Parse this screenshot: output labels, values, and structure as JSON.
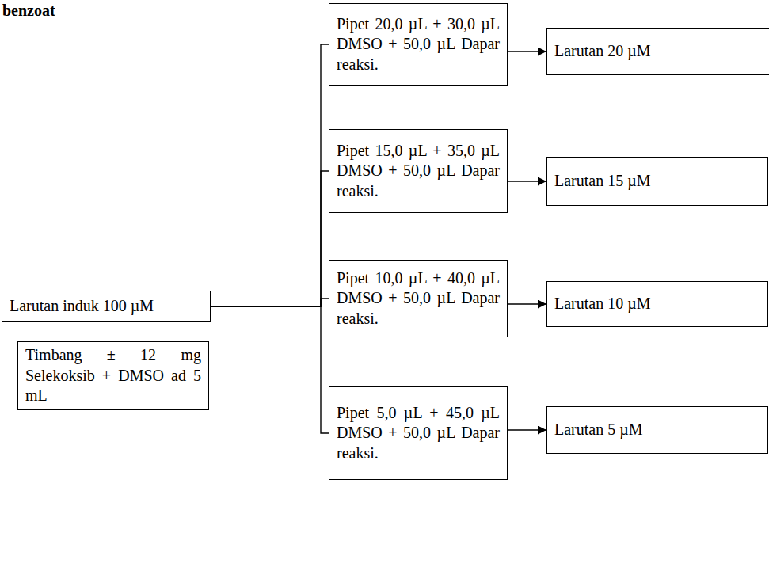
{
  "diagram": {
    "nodes": [
      {
        "text": [
          "Larutan induk 100 µM"
        ]
      },
      {
        "text": [
          "Timbang ± 12 mg Selekoksib + DMSO ad 5 mL"
        ]
      },
      {
        "text": [
          "Pipet 20,0 µL + 30,0 µL DMSO + 50,0 µL Dapar reaksi."
        ]
      },
      {
        "text": [
          "Larutan 20 µM"
        ]
      },
      {
        "text": [
          "Pipet 15,0 µL + 35,0 µL DMSO + 50,0 µL Dapar reaksi."
        ]
      },
      {
        "text": [
          "Larutan 15 µM"
        ]
      },
      {
        "text": [
          "Pipet 10,0 µL + 40,0 µL DMSO + 50,0 µL Dapar reaksi."
        ]
      },
      {
        "text": [
          "Larutan 10 µM"
        ]
      },
      {
        "text": [
          "Pipet 5,0 µL + 45,0 µL DMSO + 50,0 µL Dapar reaksi."
        ]
      },
      {
        "text": [
          "Larutan 5 µM"
        ]
      }
    ],
    "edges": [
      {
        "from": 0,
        "to": 2,
        "arrow": "none"
      },
      {
        "from": 0,
        "to": 4,
        "arrow": "none"
      },
      {
        "from": 0,
        "to": 6,
        "arrow": "none"
      },
      {
        "from": 0,
        "to": 8,
        "arrow": "none"
      },
      {
        "from": 2,
        "to": 3,
        "arrow": "to"
      },
      {
        "from": 4,
        "to": 5,
        "arrow": "to"
      },
      {
        "from": 6,
        "to": 7,
        "arrow": "to"
      },
      {
        "from": 8,
        "to": 9,
        "arrow": "to"
      }
    ],
    "labels": [
      "benzoat"
    ]
  }
}
